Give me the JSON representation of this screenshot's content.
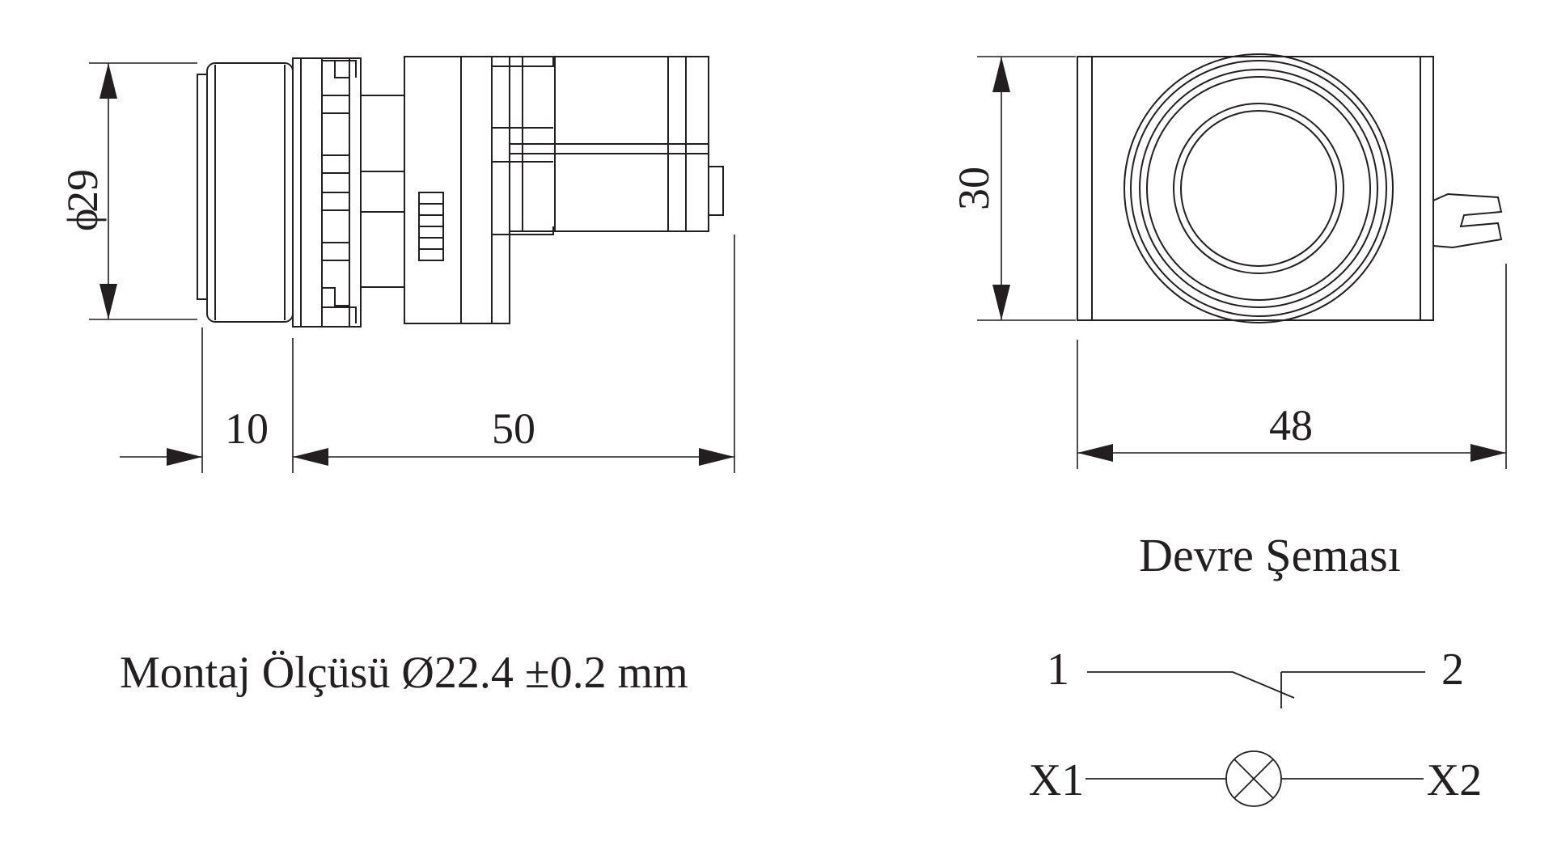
{
  "side_view": {
    "diameter_label": "29",
    "length_front_label": "10",
    "length_body_label": "50"
  },
  "front_view": {
    "height_label": "30",
    "width_label": "48"
  },
  "mounting_note": "Montaj Ölçüsü Ø22.4 ±0.2 mm",
  "circuit": {
    "title": "Devre Şeması",
    "switch_terminal_left": "1",
    "switch_terminal_right": "2",
    "lamp_terminal_left": "X1",
    "lamp_terminal_right": "X2"
  },
  "colors": {
    "line": "#231f20",
    "background": "#ffffff"
  }
}
